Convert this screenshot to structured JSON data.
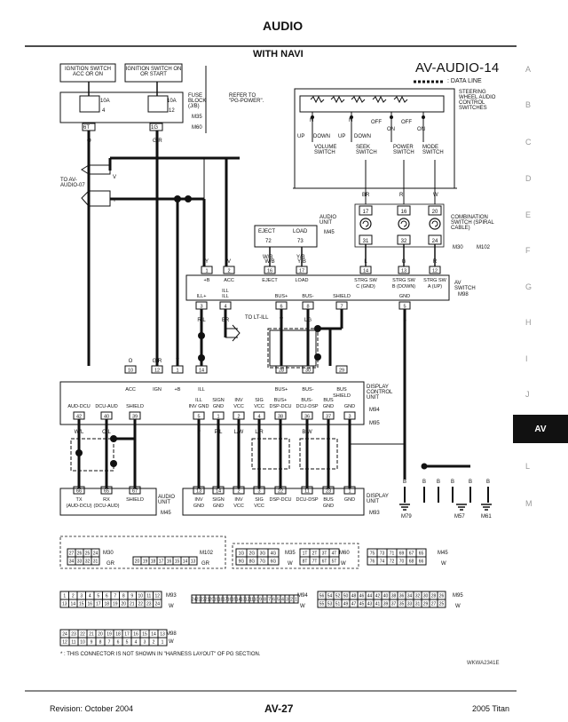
{
  "header": {
    "title": "AUDIO",
    "subtitle": "WITH NAVI"
  },
  "diagram_code": "AV-AUDIO-14",
  "data_line_legend": ": DATA LINE",
  "side_letters": [
    "A",
    "B",
    "C",
    "D",
    "E",
    "F",
    "G",
    "H",
    "I",
    "J",
    "AV",
    "L",
    "M"
  ],
  "ignition": {
    "acc": {
      "label": "IGNITION SWITCH ACC OR ON",
      "fuse": "10A",
      "fuse_no": "4",
      "term": "6T",
      "wire": "O"
    },
    "on": {
      "label": "IGNITION SWITCH ON OR START",
      "fuse": "10A",
      "fuse_no": "12",
      "term": "1G",
      "wire": "G/R"
    },
    "fuse_block": "FUSE BLOCK (J/B)",
    "refer": "REFER TO \"PG-POWER\".",
    "conns": [
      "M35",
      "M60"
    ]
  },
  "to_av": {
    "label": "TO AV-AUDIO-07",
    "wires": [
      "V",
      "Y"
    ]
  },
  "steering": {
    "title": "STEERING WHEEL AUDIO CONTROL SWITCHES",
    "switches": [
      "VOLUME SWITCH",
      "SEEK SWITCH",
      "POWER SWITCH",
      "MODE SWITCH"
    ],
    "states": [
      "UP",
      "DOWN",
      "UP",
      "DOWN",
      "ON",
      "OFF",
      "ON",
      "OFF",
      "N",
      "N"
    ],
    "terms": [
      "17",
      "16",
      "20"
    ],
    "wires": [
      "BR",
      "R",
      "W"
    ]
  },
  "combination": {
    "title": "COMBINATION SWITCH (SPIRAL CABLE)",
    "conns": [
      "M30",
      "M102"
    ],
    "terms": [
      "31",
      "32",
      "24"
    ]
  },
  "audio_unit_top": {
    "title": "AUDIO UNIT",
    "conn": "M45",
    "pins": [
      {
        "label": "EJECT",
        "no": "72",
        "wire": "W/B"
      },
      {
        "label": "LOAD",
        "no": "73",
        "wire": "Y/B"
      }
    ]
  },
  "av_switch": {
    "title": "AV SWITCH",
    "conn": "M98",
    "top_pins": [
      {
        "no": "1",
        "label": "+B",
        "wire": "Y"
      },
      {
        "no": "2",
        "label": "ACC",
        "wire": "V"
      },
      {
        "no": "16",
        "label": "EJECT",
        "wire": "W/B"
      },
      {
        "no": "17",
        "label": "LOAD",
        "wire": "Y/B"
      },
      {
        "no": "14",
        "label": "STRG SW C (GND)",
        "wire": "L"
      },
      {
        "no": "13",
        "label": "STRG SW B (DOWN)",
        "wire": "G"
      },
      {
        "no": "12",
        "label": "STRG SW A (UP)",
        "wire": "R"
      }
    ],
    "bottom_pins": [
      {
        "no": "3",
        "label": "ILL+",
        "wire": "R/L"
      },
      {
        "no": "4",
        "label": "ILL CONT",
        "wire": "BR"
      },
      {
        "no": "6",
        "label": "BUS+",
        "wire": "V"
      },
      {
        "no": "8",
        "label": "BUS-",
        "wire": "LG"
      },
      {
        "no": "7",
        "label": "SHIELD",
        "wire": ""
      },
      {
        "no": "5",
        "label": "GND",
        "wire": "B"
      }
    ]
  },
  "to_lt_ill": "TO LT-ILL",
  "display_control": {
    "title": "DISPLAY CONTROL UNIT",
    "conns": [
      "M94",
      "M95"
    ],
    "top_pins": [
      {
        "no": "10",
        "label": "ACC",
        "wire": "O"
      },
      {
        "no": "12",
        "label": "IGN",
        "wire": "G/R"
      },
      {
        "no": "1",
        "label": "+B",
        "wire": "Y"
      },
      {
        "no": "14",
        "label": "ILL",
        "wire": ""
      },
      {
        "no": "28",
        "label": "BUS+",
        "wire": ""
      },
      {
        "no": "30",
        "label": "BUS-",
        "wire": ""
      },
      {
        "no": "29",
        "label": "BUS SHIELD",
        "wire": ""
      }
    ],
    "bottom_pins": [
      {
        "no": "42",
        "label": "AUD-DCU",
        "wire": "W/L"
      },
      {
        "no": "40",
        "label": "DCU-AUD",
        "wire": "O/L"
      },
      {
        "no": "39",
        "label": "SHIELD",
        "wire": ""
      },
      {
        "no": "5",
        "label": "ILL INV GND",
        "wire": "P"
      },
      {
        "no": "1",
        "label": "SIGN GND",
        "wire": "P/L"
      },
      {
        "no": "2",
        "label": "INV VCC",
        "wire": "L/W"
      },
      {
        "no": "4",
        "label": "SIG VCC",
        "wire": "L/R"
      },
      {
        "no": "38",
        "label": "BUS+ DSP-DCU",
        "wire": ""
      },
      {
        "no": "36",
        "label": "BUS- DCU-DSP",
        "wire": "B/W"
      },
      {
        "no": "37",
        "label": "BUS GND",
        "wire": ""
      },
      {
        "no": "3",
        "label": "GND",
        "wire": ""
      }
    ]
  },
  "audio_unit_bottom": {
    "title": "AUDIO UNIT",
    "conn": "M45",
    "pins": [
      {
        "no": "66",
        "label": "TX (AUD-DCU)"
      },
      {
        "no": "65",
        "label": "RX (DCU-AUD)"
      },
      {
        "no": "67",
        "label": "SHIELD"
      }
    ]
  },
  "display_unit": {
    "title": "DISPLAY UNIT",
    "conn": "M93",
    "pins": [
      {
        "no": "13",
        "label": "INV GND"
      },
      {
        "no": "14",
        "label": "SIGN GND"
      },
      {
        "no": "2",
        "label": "INV VCC"
      },
      {
        "no": "3",
        "label": "SIG VCC"
      },
      {
        "no": "22",
        "label": "DSP-DCU"
      },
      {
        "no": "11",
        "label": "DCU-DSP"
      },
      {
        "no": "23",
        "label": "BUS GND"
      },
      {
        "no": "1",
        "label": "GND"
      }
    ]
  },
  "grounds": {
    "wire": "B",
    "labels": [
      "M79",
      "M57",
      "M61"
    ]
  },
  "connectors": {
    "m30": {
      "rows": [
        [
          "27",
          "26",
          "25",
          "24"
        ],
        [
          "34",
          "33",
          "32",
          "31"
        ]
      ],
      "conn": "M30",
      "color": "GR"
    },
    "m102": {
      "rows": [
        [
          "20",
          "19",
          "18",
          "17",
          "16",
          "15",
          "14",
          "13"
        ]
      ],
      "conn": "M102",
      "color": "GR"
    },
    "m35": {
      "rows": [
        [
          "1G",
          "2G",
          "3G",
          "4G"
        ],
        [
          "9G",
          "8G",
          "7G",
          "6G"
        ]
      ],
      "conn": "M35",
      "color": "W"
    },
    "m60": {
      "rows": [
        [
          "1T",
          "2T",
          "3T",
          "4T"
        ],
        [
          "8T",
          "7T",
          "6T",
          "5T"
        ]
      ],
      "conn": "M60",
      "color": "W"
    },
    "m45": {
      "rows": [
        [
          "75",
          "73",
          "71",
          "69",
          "67",
          "65"
        ],
        [
          "76",
          "74",
          "72",
          "70",
          "68",
          "66"
        ]
      ],
      "conn": "M45",
      "color": "W"
    },
    "m93": {
      "rows": [
        [
          "1",
          "2",
          "3",
          "4",
          "5",
          "6",
          "7",
          "8",
          "9",
          "10",
          "11",
          "12"
        ],
        [
          "13",
          "14",
          "15",
          "16",
          "17",
          "18",
          "19",
          "20",
          "21",
          "22",
          "23",
          "24"
        ]
      ],
      "conn": "M93",
      "color": "W"
    },
    "m94": {
      "rows": [
        [
          "24",
          "23",
          "22",
          "21",
          "20",
          "19",
          "18",
          "17",
          "16",
          "15",
          "14",
          "13",
          "12",
          "11",
          "10",
          "9",
          "8",
          "7",
          "6",
          "5",
          "4",
          "3",
          "2",
          "1"
        ]
      ],
      "conn": "M94",
      "color": "W"
    },
    "m95": {
      "rows": [
        [
          "56",
          "54",
          "52",
          "50",
          "48",
          "46",
          "44",
          "42",
          "40",
          "38",
          "36",
          "34",
          "32",
          "30",
          "28",
          "26"
        ],
        [
          "55",
          "53",
          "51",
          "49",
          "47",
          "45",
          "43",
          "41",
          "39",
          "37",
          "35",
          "33",
          "31",
          "29",
          "27",
          "25"
        ]
      ],
      "conn": "M95",
      "color": "W"
    },
    "m98": {
      "rows": [
        [
          "24",
          "23",
          "22",
          "21",
          "20",
          "19",
          "18",
          "17",
          "16",
          "15",
          "14",
          "13"
        ],
        [
          "12",
          "11",
          "10",
          "9",
          "8",
          "7",
          "6",
          "5",
          "4",
          "3",
          "2",
          "1"
        ]
      ],
      "conn": "M98",
      "color": "W"
    }
  },
  "footnote": "* : THIS CONNECTOR IS NOT SHOWN IN \"HARNESS LAYOUT\" OF PG SECTION.",
  "drawing_id": "WKWA2341E",
  "footer": {
    "revision": "Revision: October 2004",
    "page": "AV-27",
    "model": "2005 Titan"
  }
}
